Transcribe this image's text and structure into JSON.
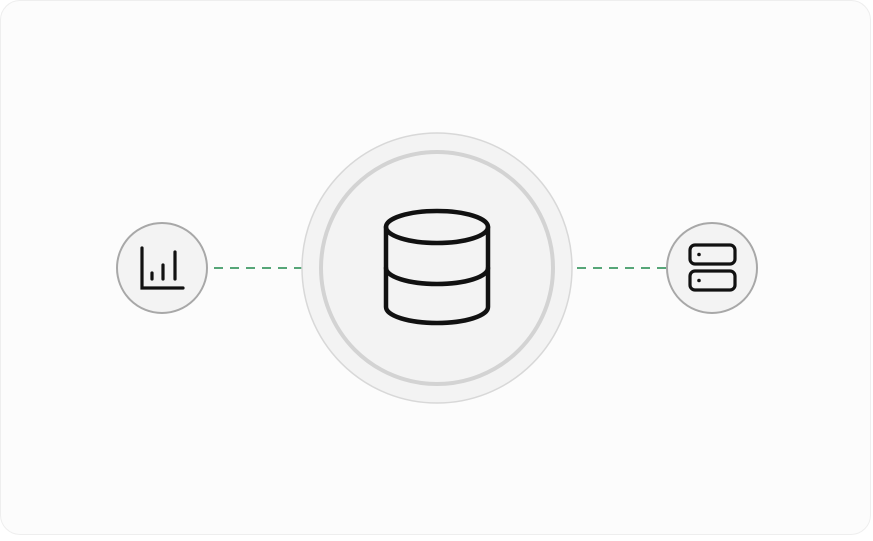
{
  "diagram": {
    "nodes": [
      {
        "id": "analytics",
        "icon": "bar-chart-icon"
      },
      {
        "id": "database",
        "icon": "database-icon"
      },
      {
        "id": "server",
        "icon": "server-icon"
      }
    ],
    "edges": [
      {
        "from": "analytics",
        "to": "database",
        "style": "dashed"
      },
      {
        "from": "database",
        "to": "server",
        "style": "dashed"
      }
    ],
    "colors": {
      "connector": "#1f8a4c",
      "node_fill": "#f3f3f3",
      "node_border": "#a8a8a8",
      "icon": "#111111"
    }
  }
}
